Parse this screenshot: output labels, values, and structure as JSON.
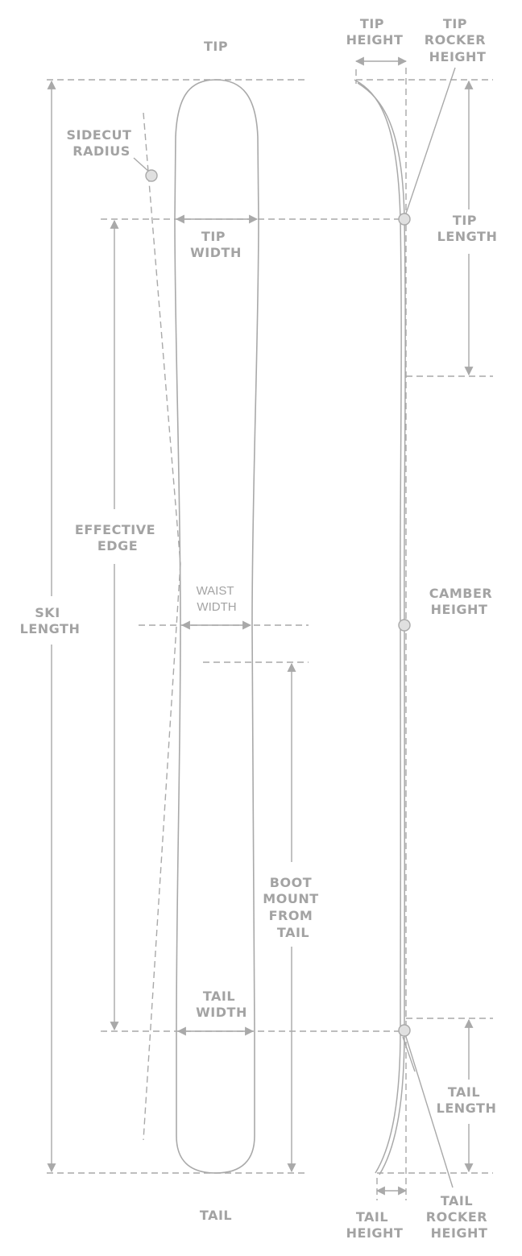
{
  "colors": {
    "line": "#a9a9a9",
    "text": "#a3a3a3",
    "dot": "#e0e0e0"
  },
  "labels": {
    "tip": "TIP",
    "tail": "TAIL",
    "sidecut_radius": [
      "SIDECUT",
      "RADIUS"
    ],
    "tip_width": [
      "TIP",
      "WIDTH"
    ],
    "effective_edge": [
      "EFFECTIVE",
      "EDGE"
    ],
    "ski_length": [
      "SKI",
      "LENGTH"
    ],
    "waist_width": [
      "WAIST",
      "WIDTH"
    ],
    "boot_mount": [
      "BOOT",
      "MOUNT",
      "FROM",
      "TAIL"
    ],
    "tail_width": [
      "TAIL",
      "WIDTH"
    ],
    "tip_height": [
      "TIP",
      "HEIGHT"
    ],
    "tip_rocker_height": [
      "TIP",
      "ROCKER",
      "HEIGHT"
    ],
    "tip_length": [
      "TIP",
      "LENGTH"
    ],
    "camber_height": [
      "CAMBER",
      "HEIGHT"
    ],
    "tail_length": [
      "TAIL",
      "LENGTH"
    ],
    "tail_height": [
      "TAIL",
      "HEIGHT"
    ],
    "tail_rocker_height": [
      "TAIL",
      "ROCKER",
      "HEIGHT"
    ]
  }
}
